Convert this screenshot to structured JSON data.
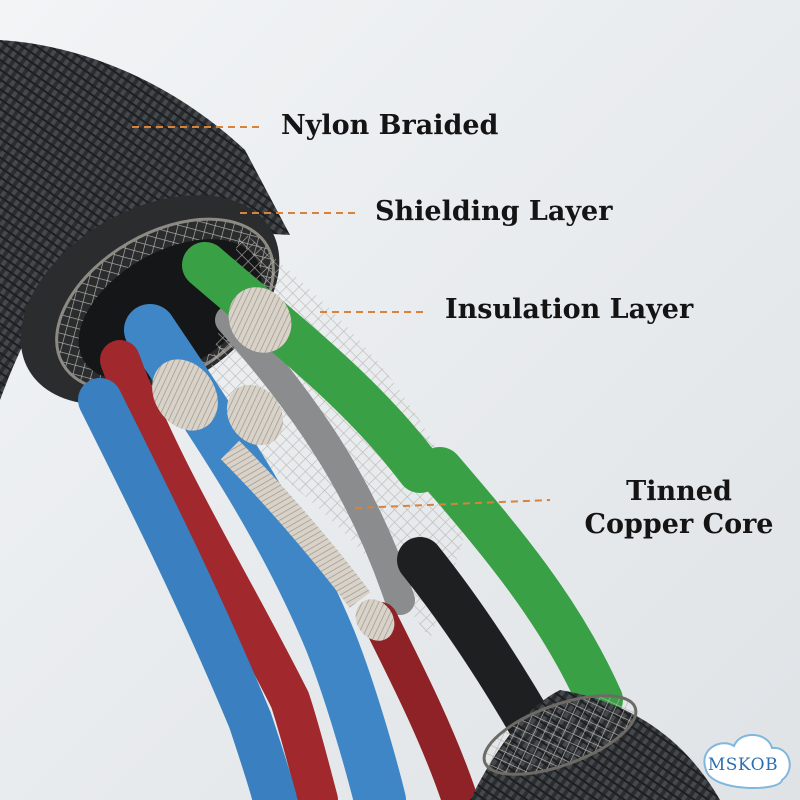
{
  "labels": {
    "nylon_braided": "Nylon Braided",
    "shielding_layer": "Shielding Layer",
    "insulation_layer": "Insulation Layer",
    "tinned_copper_core_line1": "Tinned",
    "tinned_copper_core_line2": "Copper Core"
  },
  "watermark": {
    "text": "MSKOB"
  },
  "colors": {
    "background": "#e9ecef",
    "leader_line": "#d9823a",
    "wire_green": "#3aa046",
    "wire_blue": "#3f86c6",
    "wire_red": "#a1282c",
    "braid": "#2e3134",
    "watermark_text": "#2a6fb0"
  }
}
